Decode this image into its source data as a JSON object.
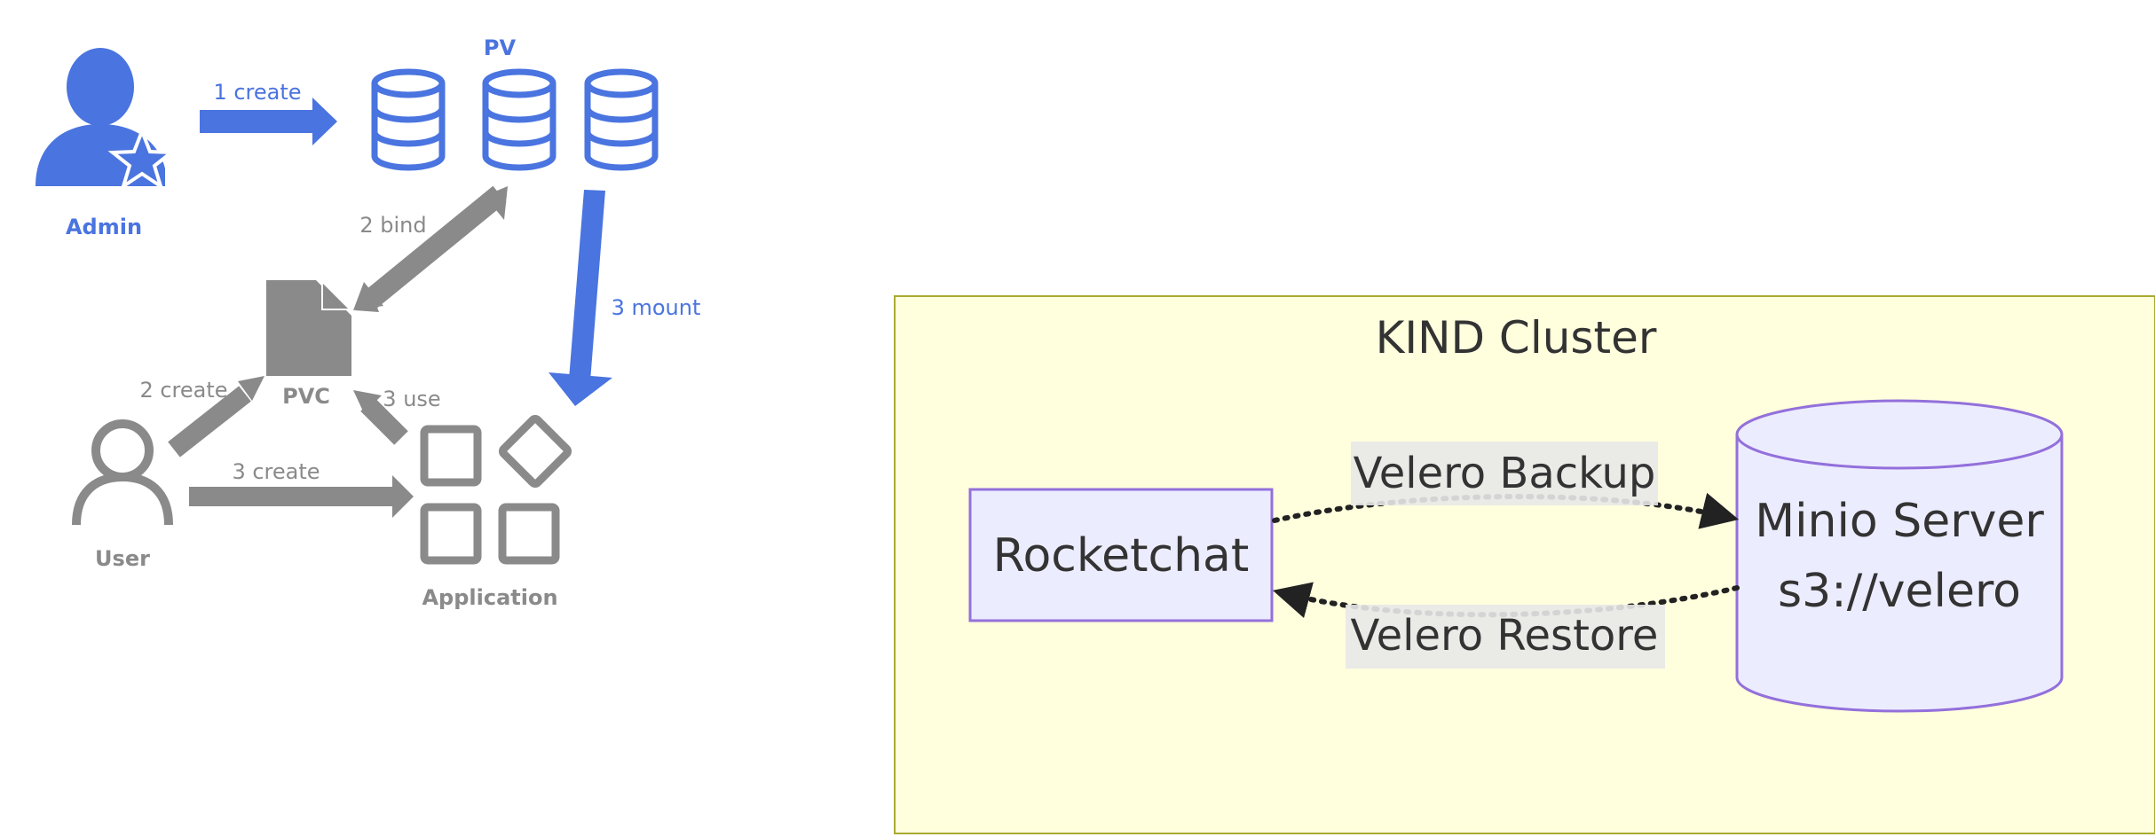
{
  "pv_diagram": {
    "pv_label": "PV",
    "admin_label": "Admin",
    "user_label": "User",
    "pvc_label": "PVC",
    "application_label": "Application",
    "edges": {
      "admin_create": "1 create",
      "bind": "2 bind",
      "mount": "3 mount",
      "user_create_pvc": "2 create",
      "use": "3 use",
      "user_create_app": "3 create"
    },
    "colors": {
      "blue": "#4A74DF",
      "gray": "#8a8a8a"
    }
  },
  "cluster_diagram": {
    "title": "KIND Cluster",
    "rocketchat": "Rocketchat",
    "minio_line1": "Minio Server",
    "minio_line2": "s3://velero",
    "backup_label": "Velero Backup",
    "restore_label": "Velero Restore",
    "colors": {
      "cluster_bg": "#ffffde",
      "cluster_border": "#aaaa33",
      "node_fill": "#ECECFF",
      "node_border": "#9370DB"
    }
  }
}
